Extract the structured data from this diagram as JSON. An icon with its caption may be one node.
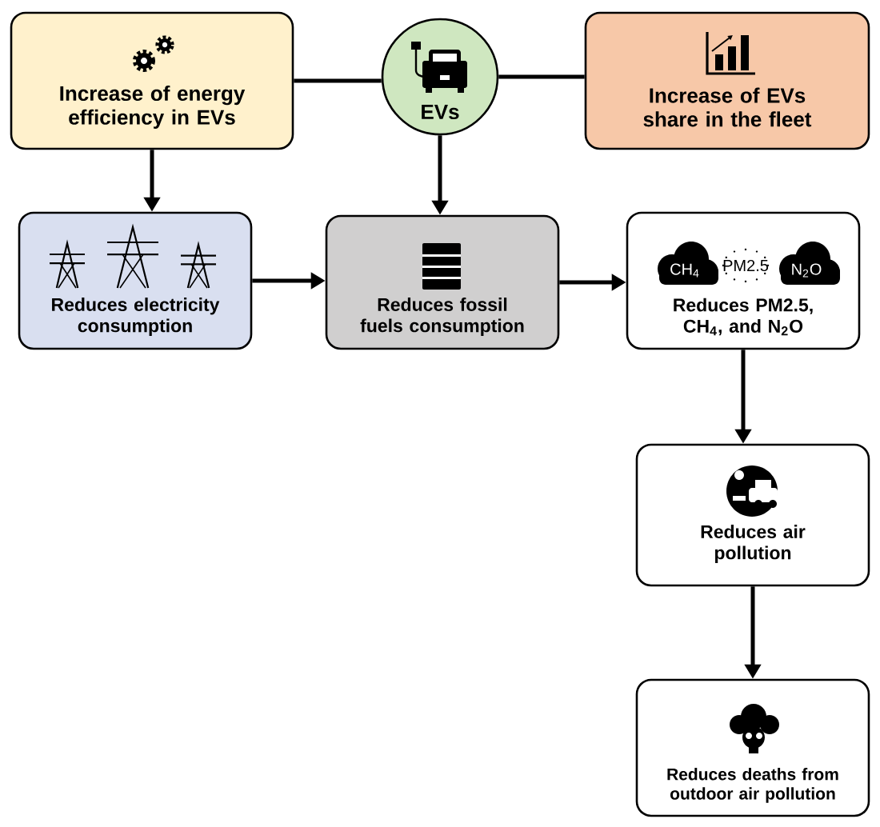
{
  "diagram": {
    "nodes": [
      {
        "text": [
          "Increase of energy efficiency in EVs"
        ]
      },
      {
        "text": [
          "EVs"
        ]
      },
      {
        "text": [
          "Increase of EVs share in the fleet"
        ]
      },
      {
        "text": [
          "Reduces electricity consumption"
        ]
      },
      {
        "text": [
          "Reduces fossil fuels consumption"
        ]
      },
      {
        "text": [
          "Reduces PM2.5, CH$_{4}$, and N$_{2}$O"
        ]
      },
      {
        "text": [
          "Reduces air pollution"
        ]
      },
      {
        "text": [
          "Reduces deaths from outdoor air pollution"
        ]
      }
    ],
    "edges": [
      {
        "from": 0,
        "to": 1,
        "arrow": "none"
      },
      {
        "from": 1,
        "to": 2,
        "arrow": "none"
      },
      {
        "from": 0,
        "to": 3,
        "arrow": "to"
      },
      {
        "from": 1,
        "to": 4,
        "arrow": "to"
      },
      {
        "from": 3,
        "to": 4,
        "arrow": "to"
      },
      {
        "from": 4,
        "to": 5,
        "arrow": "to"
      },
      {
        "from": 5,
        "to": 6,
        "arrow": "to"
      },
      {
        "from": 6,
        "to": 7,
        "arrow": "to"
      }
    ],
    "labels": [
      "CH$_{4}$",
      "PM2.5",
      "N$_{2}$O"
    ]
  }
}
